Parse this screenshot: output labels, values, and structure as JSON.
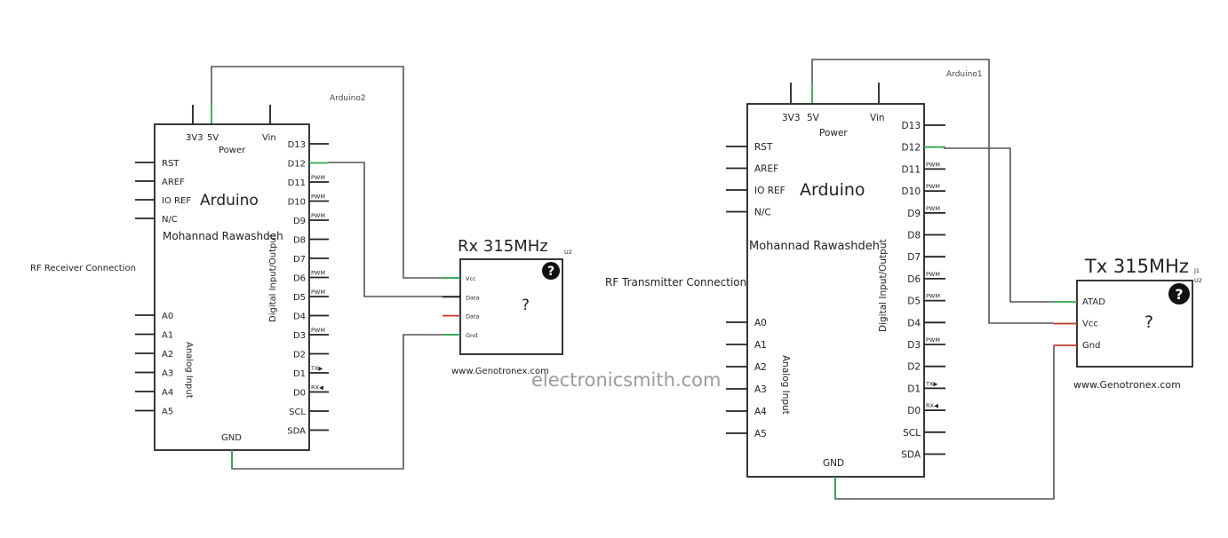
{
  "watermark": "electronicsmith.com",
  "left": {
    "caption": "RF Receiver Connection",
    "board_ref": "Arduino2",
    "board_name": "Arduino",
    "author": "Mohannad Rawashdeh",
    "power_label": "Power",
    "gnd_label": "GND",
    "top_pins": [
      "3V3",
      "5V",
      "Vin"
    ],
    "left_pins": [
      "RST",
      "AREF",
      "IO REF",
      "N/C"
    ],
    "analog_pins": [
      "A0",
      "A1",
      "A2",
      "A3",
      "A4",
      "A5"
    ],
    "analog_label": "Analog Input",
    "digital_label": "Digital Input/Output",
    "right_pins": [
      "D13",
      "D12",
      "D11",
      "D10",
      "D9",
      "D8",
      "D7",
      "D6",
      "D5",
      "D4",
      "D3",
      "D2",
      "D1",
      "D0",
      "SCL",
      "SDA"
    ],
    "pin_tags": {
      "D11": "PWM",
      "D10": "PWM",
      "D9": "PWM",
      "D6": "PWM",
      "D5": "PWM",
      "D3": "PWM",
      "D1": "TX▶",
      "D0": "RX◀"
    },
    "module_title": "Rx 315MHz",
    "module_ref": "U2",
    "module_pins": [
      "Vcc",
      "Data",
      "Data",
      "Gnd"
    ],
    "module_mark": "?",
    "module_site": "www.Genotronex.com"
  },
  "right": {
    "caption": "RF Transmitter Connection",
    "board_ref": "Arduino1",
    "board_name": "Arduino",
    "author": "Mohannad Rawashdeh",
    "power_label": "Power",
    "gnd_label": "GND",
    "top_pins": [
      "3V3",
      "5V",
      "Vin"
    ],
    "left_pins": [
      "RST",
      "AREF",
      "IO REF",
      "N/C"
    ],
    "analog_pins": [
      "A0",
      "A1",
      "A2",
      "A3",
      "A4",
      "A5"
    ],
    "analog_label": "Analog Input",
    "digital_label": "Digital Input/Output",
    "right_pins": [
      "D13",
      "D12",
      "D11",
      "D10",
      "D9",
      "D8",
      "D7",
      "D6",
      "D5",
      "D4",
      "D3",
      "D2",
      "D1",
      "D0",
      "SCL",
      "SDA"
    ],
    "pin_tags": {
      "D11": "PWM",
      "D10": "PWM",
      "D9": "PWM",
      "D6": "PWM",
      "D5": "PWM",
      "D3": "PWM",
      "D1": "TX▶",
      "D0": "RX◀"
    },
    "module_title": "Tx 315MHz",
    "module_ref": "J1",
    "module_ref2": "U2",
    "module_pins": [
      "ATAD",
      "Vcc",
      "Gnd"
    ],
    "module_mark": "?",
    "module_site": "www.Genotronex.com"
  },
  "colors": {
    "wire": "#555555",
    "pin_green": "#2fa84f",
    "pin_red": "#c0392b",
    "outline": "#222222"
  }
}
